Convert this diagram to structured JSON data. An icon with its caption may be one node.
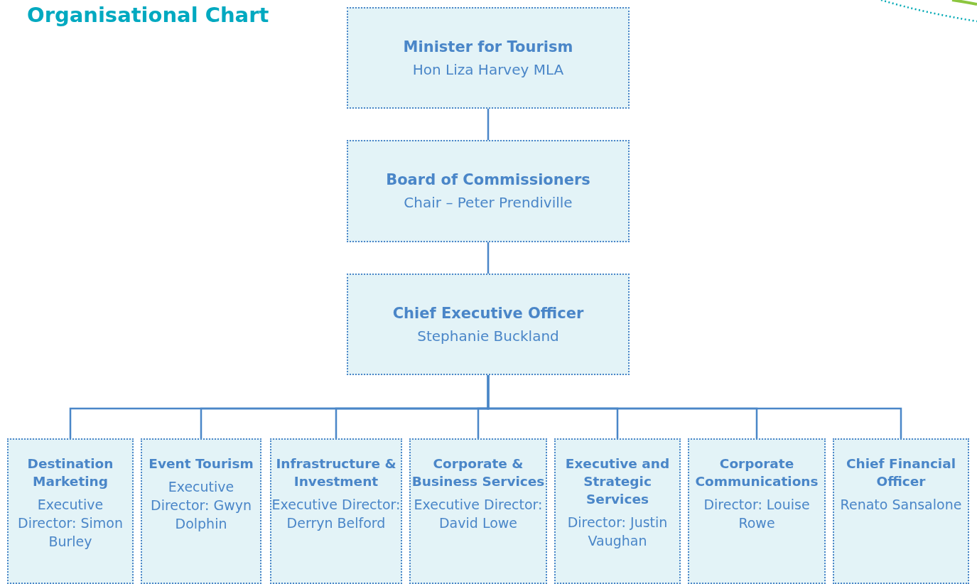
{
  "diagram": {
    "title": "Organisational Chart",
    "nodes": [
      {
        "text": [
          "Minister for Tourism",
          "Hon Liza Harvey MLA"
        ]
      },
      {
        "text": [
          "Board of Commissioners",
          "Chair – Peter Prendiville"
        ]
      },
      {
        "text": [
          "Chief Executive Officer",
          "Stephanie Buckland"
        ]
      },
      {
        "text": [
          "Destination Marketing",
          "Executive Director: Simon Burley"
        ]
      },
      {
        "text": [
          "Event Tourism",
          "Executive Director: Gwyn Dolphin"
        ]
      },
      {
        "text": [
          "Infrastructure & Investment",
          "Executive Director: Derryn Belford"
        ]
      },
      {
        "text": [
          "Corporate & Business Services",
          "Executive Director: David Lowe"
        ]
      },
      {
        "text": [
          "Executive and Strategic Services",
          "Director: Justin Vaughan"
        ]
      },
      {
        "text": [
          "Corporate Communications",
          "Director: Louise Rowe"
        ]
      },
      {
        "text": [
          "Chief Financial Officer",
          "Renato Sansalone"
        ]
      }
    ],
    "edges": [
      {
        "from": 0,
        "to": 1,
        "arrow": "none"
      },
      {
        "from": 1,
        "to": 2,
        "arrow": "none"
      },
      {
        "from": 2,
        "to": 3,
        "arrow": "none"
      },
      {
        "from": 2,
        "to": 4,
        "arrow": "none"
      },
      {
        "from": 2,
        "to": 5,
        "arrow": "none"
      },
      {
        "from": 2,
        "to": 6,
        "arrow": "none"
      },
      {
        "from": 2,
        "to": 7,
        "arrow": "none"
      },
      {
        "from": 2,
        "to": 8,
        "arrow": "none"
      },
      {
        "from": 2,
        "to": 9,
        "arrow": "none"
      }
    ]
  }
}
